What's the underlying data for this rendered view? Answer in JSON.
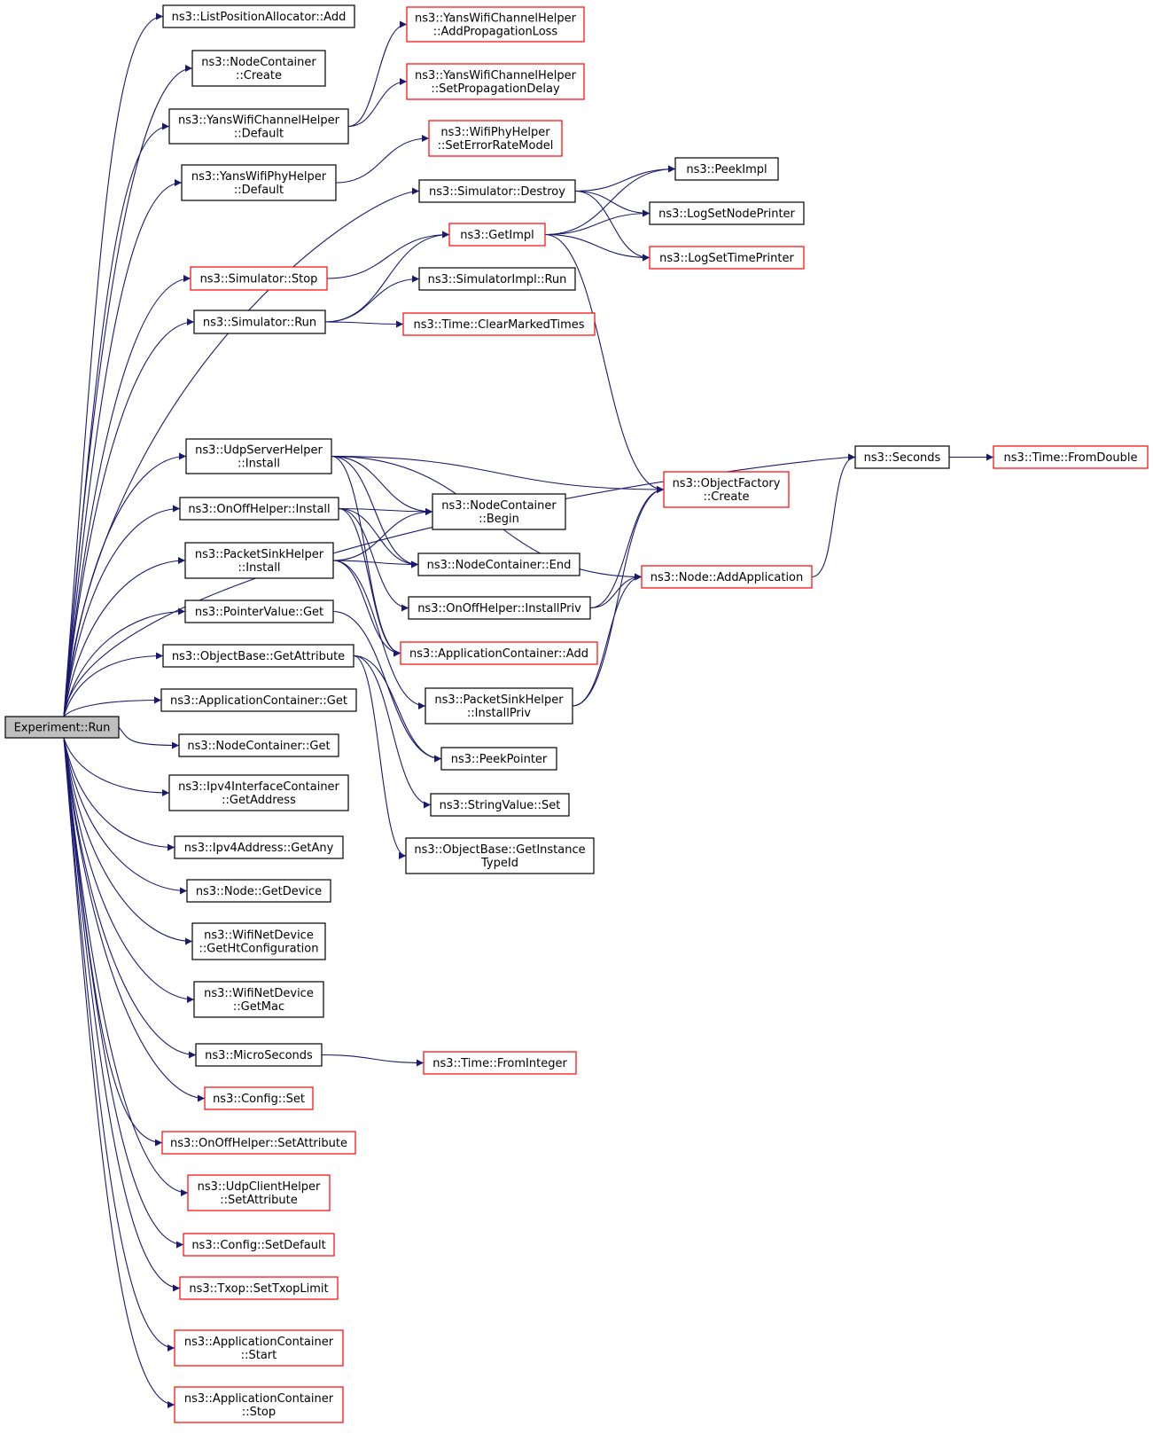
{
  "colors": {
    "edge": "#191970",
    "node_border_default": "#000000",
    "node_border_truncated": "#ff0000",
    "root_fill": "#bfbfbf",
    "node_fill": "#ffffff"
  },
  "nodes": {
    "root": {
      "lines": [
        "Experiment::Run"
      ],
      "border": "black",
      "fill": "grey"
    },
    "lpa_add": {
      "lines": [
        "ns3::ListPositionAllocator::Add"
      ],
      "border": "black"
    },
    "nc_create": {
      "lines": [
        "ns3::NodeContainer",
        "::Create"
      ],
      "border": "black"
    },
    "ywch_default": {
      "lines": [
        "ns3::YansWifiChannelHelper",
        "::Default"
      ],
      "border": "black"
    },
    "ywph_default": {
      "lines": [
        "ns3::YansWifiPhyHelper",
        "::Default"
      ],
      "border": "black"
    },
    "sim_stop": {
      "lines": [
        "ns3::Simulator::Stop"
      ],
      "border": "red"
    },
    "sim_run": {
      "lines": [
        "ns3::Simulator::Run"
      ],
      "border": "black"
    },
    "udpserver_install": {
      "lines": [
        "ns3::UdpServerHelper",
        "::Install"
      ],
      "border": "black"
    },
    "onoff_install": {
      "lines": [
        "ns3::OnOffHelper::Install"
      ],
      "border": "black"
    },
    "packetsink_install": {
      "lines": [
        "ns3::PacketSinkHelper",
        "::Install"
      ],
      "border": "black"
    },
    "pointervalue_get": {
      "lines": [
        "ns3::PointerValue::Get"
      ],
      "border": "black"
    },
    "objectbase_getattr": {
      "lines": [
        "ns3::ObjectBase::GetAttribute"
      ],
      "border": "black"
    },
    "appcont_get": {
      "lines": [
        "ns3::ApplicationContainer::Get"
      ],
      "border": "black"
    },
    "nc_get": {
      "lines": [
        "ns3::NodeContainer::Get"
      ],
      "border": "black"
    },
    "ipv4ic_getaddr": {
      "lines": [
        "ns3::Ipv4InterfaceContainer",
        "::GetAddress"
      ],
      "border": "black"
    },
    "ipv4addr_getany": {
      "lines": [
        "ns3::Ipv4Address::GetAny"
      ],
      "border": "black"
    },
    "node_getdevice": {
      "lines": [
        "ns3::Node::GetDevice"
      ],
      "border": "black"
    },
    "wnd_getht": {
      "lines": [
        "ns3::WifiNetDevice",
        "::GetHtConfiguration"
      ],
      "border": "black"
    },
    "wnd_getmac": {
      "lines": [
        "ns3::WifiNetDevice",
        "::GetMac"
      ],
      "border": "black"
    },
    "microseconds": {
      "lines": [
        "ns3::MicroSeconds"
      ],
      "border": "black"
    },
    "config_set": {
      "lines": [
        "ns3::Config::Set"
      ],
      "border": "red"
    },
    "onoff_setattr": {
      "lines": [
        "ns3::OnOffHelper::SetAttribute"
      ],
      "border": "red"
    },
    "udpclient_setattr": {
      "lines": [
        "ns3::UdpClientHelper",
        "::SetAttribute"
      ],
      "border": "red"
    },
    "config_setdefault": {
      "lines": [
        "ns3::Config::SetDefault"
      ],
      "border": "red"
    },
    "txop_setlimit": {
      "lines": [
        "ns3::Txop::SetTxopLimit"
      ],
      "border": "red"
    },
    "appcont_start": {
      "lines": [
        "ns3::ApplicationContainer",
        "::Start"
      ],
      "border": "red"
    },
    "appcont_stop": {
      "lines": [
        "ns3::ApplicationContainer",
        "::Stop"
      ],
      "border": "red"
    },
    "ywch_addprop": {
      "lines": [
        "ns3::YansWifiChannelHelper",
        "::AddPropagationLoss"
      ],
      "border": "red"
    },
    "ywch_setdelay": {
      "lines": [
        "ns3::YansWifiChannelHelper",
        "::SetPropagationDelay"
      ],
      "border": "red"
    },
    "wph_seterr": {
      "lines": [
        "ns3::WifiPhyHelper",
        "::SetErrorRateModel"
      ],
      "border": "red"
    },
    "sim_destroy": {
      "lines": [
        "ns3::Simulator::Destroy"
      ],
      "border": "black"
    },
    "getimpl": {
      "lines": [
        "ns3::GetImpl"
      ],
      "border": "red"
    },
    "simimpl_run": {
      "lines": [
        "ns3::SimulatorImpl::Run"
      ],
      "border": "black"
    },
    "time_clearmarked": {
      "lines": [
        "ns3::Time::ClearMarkedTimes"
      ],
      "border": "red"
    },
    "nc_begin": {
      "lines": [
        "ns3::NodeContainer",
        "::Begin"
      ],
      "border": "black"
    },
    "nc_end": {
      "lines": [
        "ns3::NodeContainer::End"
      ],
      "border": "black"
    },
    "onoff_installpriv": {
      "lines": [
        "ns3::OnOffHelper::InstallPriv"
      ],
      "border": "black"
    },
    "appcont_add": {
      "lines": [
        "ns3::ApplicationContainer::Add"
      ],
      "border": "red"
    },
    "packetsink_installpriv": {
      "lines": [
        "ns3::PacketSinkHelper",
        "::InstallPriv"
      ],
      "border": "black"
    },
    "peekpointer": {
      "lines": [
        "ns3::PeekPointer"
      ],
      "border": "black"
    },
    "stringvalue_set": {
      "lines": [
        "ns3::StringValue::Set"
      ],
      "border": "black"
    },
    "objectbase_getinst": {
      "lines": [
        "ns3::ObjectBase::GetInstance",
        "TypeId"
      ],
      "border": "black"
    },
    "time_fromint": {
      "lines": [
        "ns3::Time::FromInteger"
      ],
      "border": "red"
    },
    "peekimpl": {
      "lines": [
        "ns3::PeekImpl"
      ],
      "border": "black"
    },
    "lognodeprinter": {
      "lines": [
        "ns3::LogSetNodePrinter"
      ],
      "border": "black"
    },
    "logtimeprinter": {
      "lines": [
        "ns3::LogSetTimePrinter"
      ],
      "border": "red"
    },
    "objfactory_create": {
      "lines": [
        "ns3::ObjectFactory",
        "::Create"
      ],
      "border": "red"
    },
    "node_addapp": {
      "lines": [
        "ns3::Node::AddApplication"
      ],
      "border": "red"
    },
    "seconds": {
      "lines": [
        "ns3::Seconds"
      ],
      "border": "black"
    },
    "time_fromdouble": {
      "lines": [
        "ns3::Time::FromDouble"
      ],
      "border": "red"
    }
  },
  "edges": [
    [
      "root",
      "lpa_add"
    ],
    [
      "root",
      "nc_create"
    ],
    [
      "root",
      "ywch_default"
    ],
    [
      "root",
      "ywph_default"
    ],
    [
      "root",
      "sim_destroy"
    ],
    [
      "root",
      "sim_stop"
    ],
    [
      "root",
      "sim_run"
    ],
    [
      "root",
      "seconds"
    ],
    [
      "root",
      "udpserver_install"
    ],
    [
      "root",
      "onoff_install"
    ],
    [
      "root",
      "packetsink_install"
    ],
    [
      "root",
      "pointervalue_get"
    ],
    [
      "root",
      "objectbase_getattr"
    ],
    [
      "root",
      "appcont_get"
    ],
    [
      "root",
      "nc_get"
    ],
    [
      "root",
      "ipv4ic_getaddr"
    ],
    [
      "root",
      "ipv4addr_getany"
    ],
    [
      "root",
      "node_getdevice"
    ],
    [
      "root",
      "wnd_getht"
    ],
    [
      "root",
      "wnd_getmac"
    ],
    [
      "root",
      "microseconds"
    ],
    [
      "root",
      "config_set"
    ],
    [
      "root",
      "onoff_setattr"
    ],
    [
      "root",
      "udpclient_setattr"
    ],
    [
      "root",
      "config_setdefault"
    ],
    [
      "root",
      "txop_setlimit"
    ],
    [
      "root",
      "appcont_start"
    ],
    [
      "root",
      "appcont_stop"
    ],
    [
      "ywch_default",
      "ywch_addprop"
    ],
    [
      "ywch_default",
      "ywch_setdelay"
    ],
    [
      "ywph_default",
      "wph_seterr"
    ],
    [
      "sim_destroy",
      "peekimpl"
    ],
    [
      "sim_destroy",
      "lognodeprinter"
    ],
    [
      "sim_destroy",
      "logtimeprinter"
    ],
    [
      "sim_stop",
      "getimpl"
    ],
    [
      "sim_run",
      "getimpl"
    ],
    [
      "sim_run",
      "simimpl_run"
    ],
    [
      "sim_run",
      "time_clearmarked"
    ],
    [
      "getimpl",
      "peekimpl"
    ],
    [
      "getimpl",
      "lognodeprinter"
    ],
    [
      "getimpl",
      "logtimeprinter"
    ],
    [
      "getimpl",
      "objfactory_create"
    ],
    [
      "udpserver_install",
      "objfactory_create"
    ],
    [
      "udpserver_install",
      "node_addapp"
    ],
    [
      "udpserver_install",
      "nc_begin"
    ],
    [
      "udpserver_install",
      "nc_end"
    ],
    [
      "udpserver_install",
      "appcont_add"
    ],
    [
      "onoff_install",
      "nc_begin"
    ],
    [
      "onoff_install",
      "nc_end"
    ],
    [
      "onoff_install",
      "onoff_installpriv"
    ],
    [
      "onoff_install",
      "appcont_add"
    ],
    [
      "packetsink_install",
      "nc_begin"
    ],
    [
      "packetsink_install",
      "nc_end"
    ],
    [
      "packetsink_install",
      "appcont_add"
    ],
    [
      "packetsink_install",
      "packetsink_installpriv"
    ],
    [
      "pointervalue_get",
      "peekpointer"
    ],
    [
      "objectbase_getattr",
      "peekpointer"
    ],
    [
      "objectbase_getattr",
      "stringvalue_set"
    ],
    [
      "objectbase_getattr",
      "objectbase_getinst"
    ],
    [
      "onoff_installpriv",
      "objfactory_create"
    ],
    [
      "onoff_installpriv",
      "node_addapp"
    ],
    [
      "packetsink_installpriv",
      "objfactory_create"
    ],
    [
      "packetsink_installpriv",
      "node_addapp"
    ],
    [
      "node_addapp",
      "seconds"
    ],
    [
      "microseconds",
      "time_fromint"
    ],
    [
      "seconds",
      "time_fromdouble"
    ]
  ]
}
